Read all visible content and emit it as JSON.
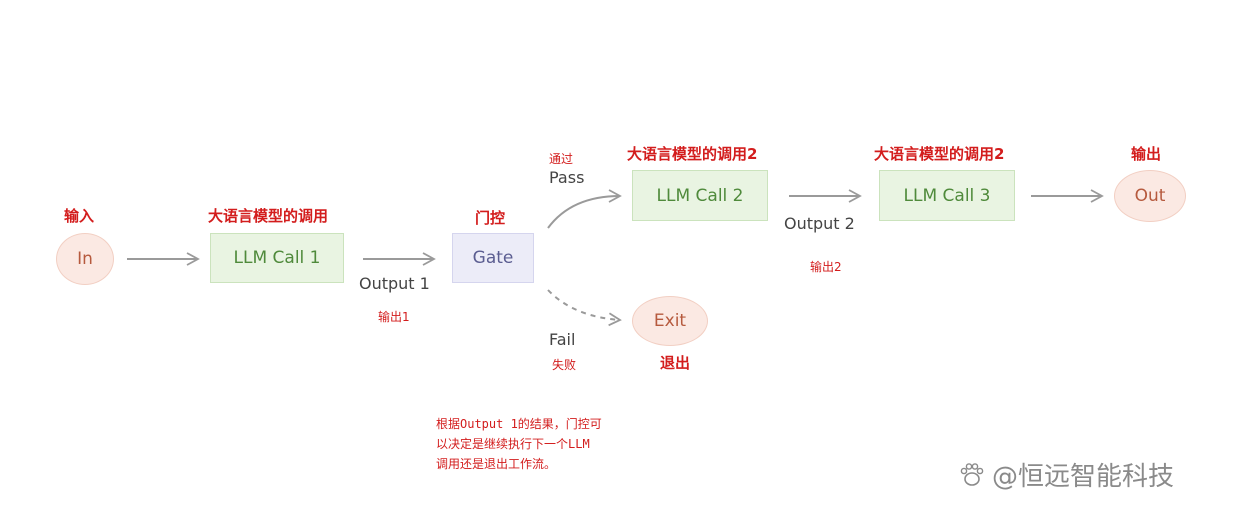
{
  "nodes": {
    "in": {
      "label": "In",
      "caption": "输入"
    },
    "llm_call_1": {
      "label": "LLM Call 1",
      "caption": "大语言模型的调用"
    },
    "gate": {
      "label": "Gate",
      "caption": "门控"
    },
    "llm_call_2": {
      "label": "LLM Call 2",
      "caption": "大语言模型的调用2"
    },
    "llm_call_3": {
      "label": "LLM Call 3",
      "caption": "大语言模型的调用2"
    },
    "out": {
      "label": "Out",
      "caption": "输出"
    },
    "exit": {
      "label": "Exit",
      "caption": "退出"
    }
  },
  "edges": {
    "output_1": {
      "label": "Output 1",
      "caption": "输出1"
    },
    "pass": {
      "label": "Pass",
      "caption": "通过"
    },
    "fail": {
      "label": "Fail",
      "caption": "失败"
    },
    "output_2": {
      "label": "Output 2",
      "caption": "输出2"
    }
  },
  "note": {
    "line1": "根据Output 1的结果，门控可",
    "line2": "以决定是继续执行下一个LLM",
    "line3": "调用还是退出工作流。"
  },
  "watermark": {
    "text": "@恒远智能科技"
  },
  "colors": {
    "annotation_red": "#d31d1d",
    "circle_fill": "#fbe9e3",
    "circle_text": "#b65a3e",
    "llm_fill": "#e9f4e2",
    "llm_text": "#4f8a3b",
    "gate_fill": "#ececf8",
    "gate_text": "#5b5d91",
    "arrow": "#9a9a9a"
  }
}
